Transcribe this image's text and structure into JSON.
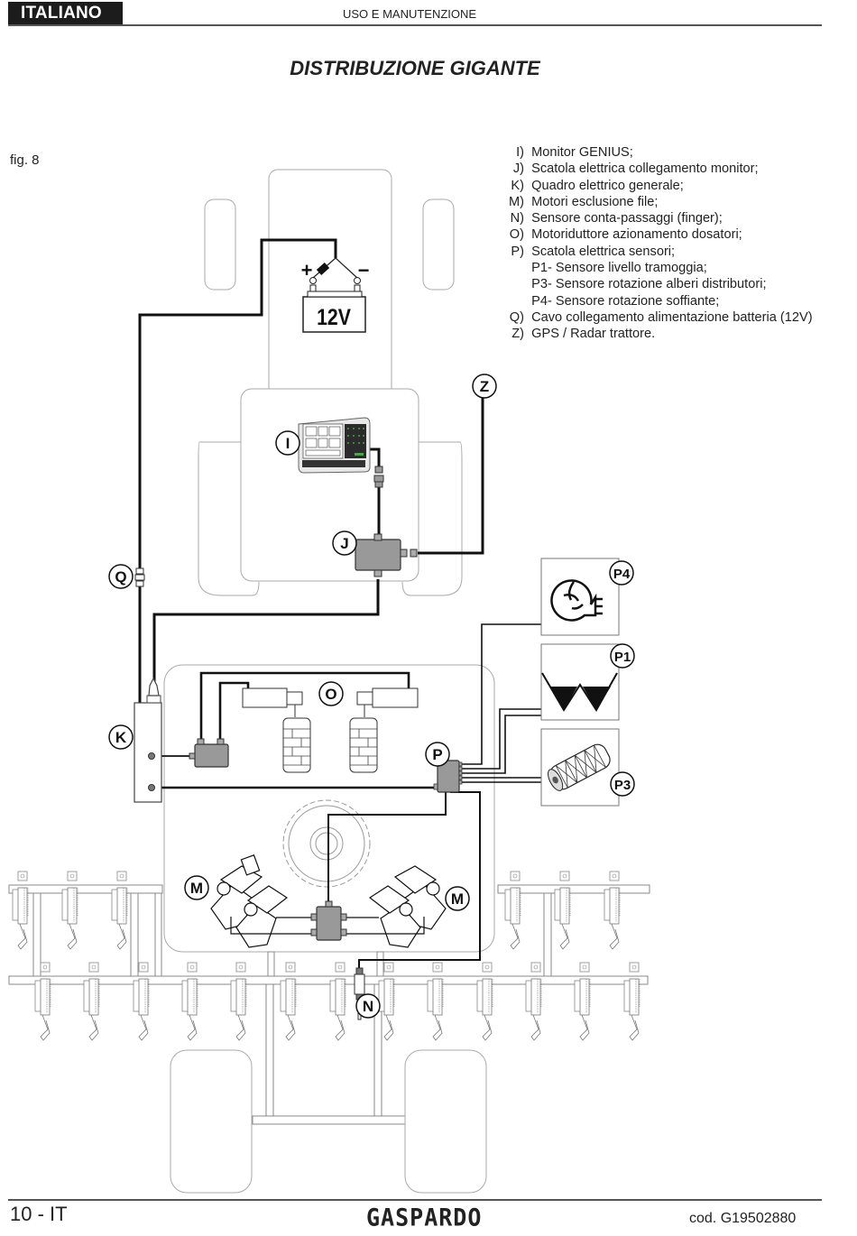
{
  "header": {
    "language_tab": "ITALIANO",
    "section": "USO E MANUTENZIONE"
  },
  "page_title": "DISTRIBUZIONE GIGANTE",
  "figure": {
    "label": "fig. 8",
    "battery_label": "12V",
    "battery_plus": "+",
    "battery_minus": "−",
    "callouts": {
      "I": "I",
      "J": "J",
      "K": "K",
      "M": "M",
      "N": "N",
      "O": "O",
      "P": "P",
      "P1": "P1",
      "P3": "P3",
      "P4": "P4",
      "Q": "Q",
      "Z": "Z"
    }
  },
  "legend": [
    {
      "key": "I)",
      "text": "Monitor GENIUS;"
    },
    {
      "key": "J)",
      "text": "Scatola elettrica collegamento monitor;"
    },
    {
      "key": "K)",
      "text": "Quadro elettrico generale;"
    },
    {
      "key": "M)",
      "text": "Motori esclusione file;"
    },
    {
      "key": "N)",
      "text": "Sensore conta-passaggi (finger);"
    },
    {
      "key": "O)",
      "text": "Motoriduttore azionamento dosatori;"
    },
    {
      "key": "P)",
      "text": "Scatola elettrica sensori;"
    },
    {
      "key": "",
      "text": "P1- Sensore livello tramoggia;"
    },
    {
      "key": "",
      "text": "P3- Sensore rotazione alberi distributori;"
    },
    {
      "key": "",
      "text": "P4- Sensore rotazione soffiante;"
    },
    {
      "key": "Q)",
      "text": "Cavo collegamento alimentazione batteria (12V)"
    },
    {
      "key": "Z)",
      "text": "GPS / Radar trattore."
    }
  ],
  "footer": {
    "page_number": "10 - IT",
    "brand": "GASPARDO",
    "code": "cod.  G19502880"
  }
}
